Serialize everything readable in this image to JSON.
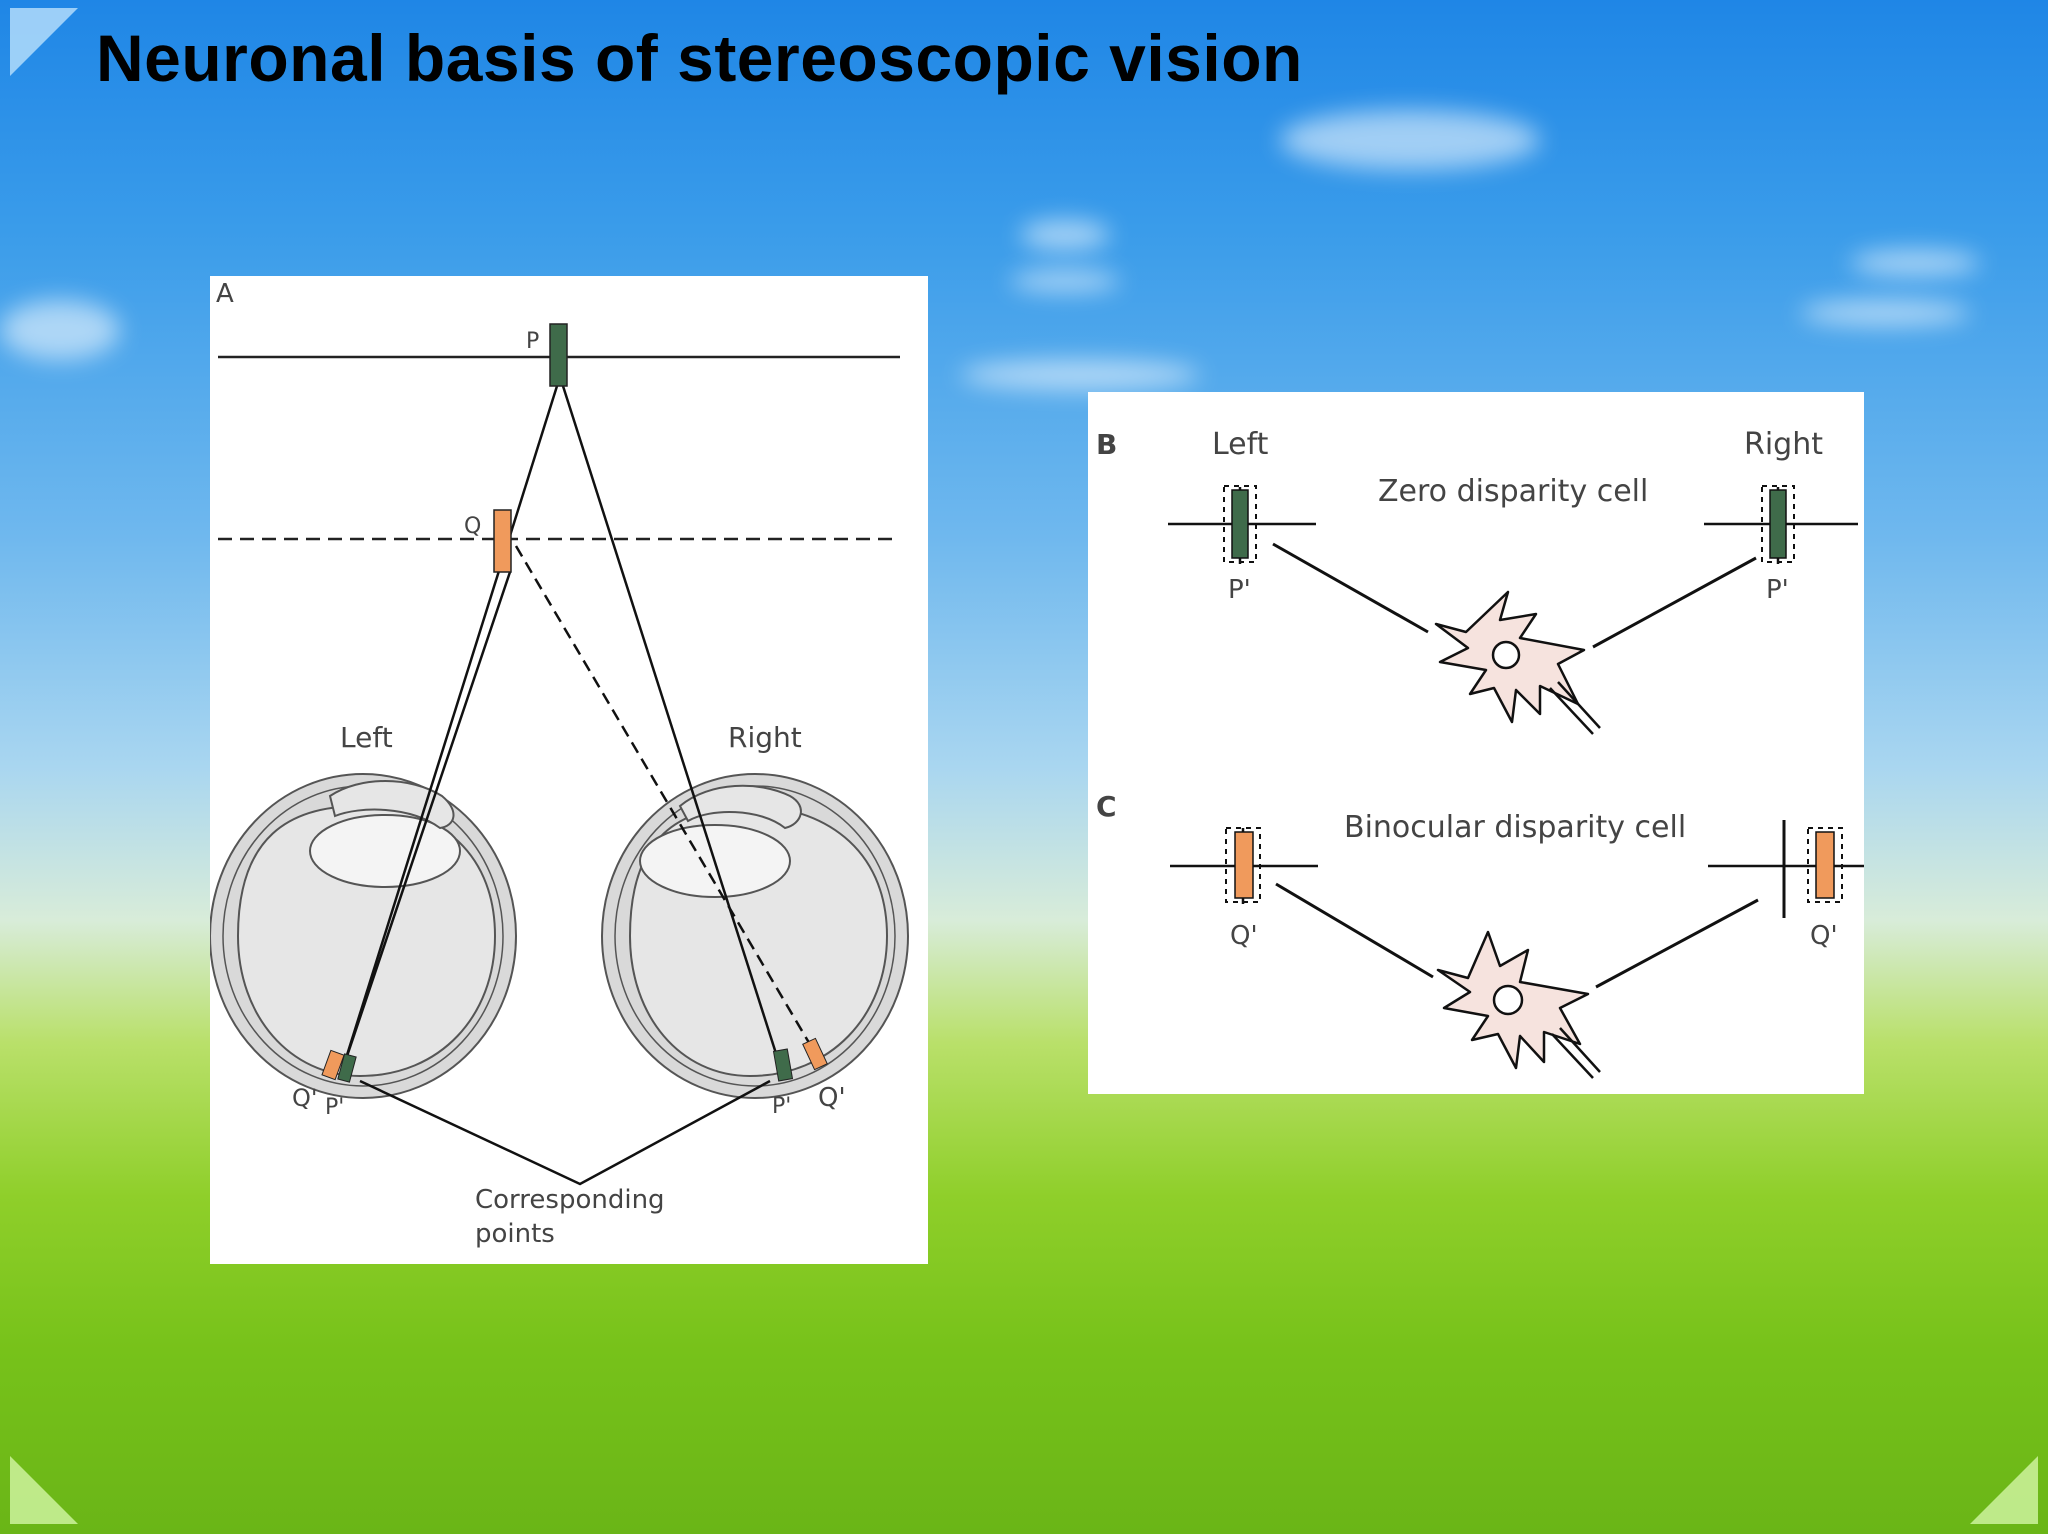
{
  "slide": {
    "title": "Neuronal basis of stereoscopic vision"
  },
  "panel_a": {
    "letter": "A",
    "point_p": "P",
    "point_q": "Q",
    "left_eye": "Left",
    "right_eye": "Right",
    "left_q": "Q'",
    "left_p": "P'",
    "right_p": "P'",
    "right_q": "Q'",
    "corresponding_1": "Corresponding",
    "corresponding_2": "points"
  },
  "panel_b": {
    "letter": "B",
    "left": "Left",
    "right": "Right",
    "title": "Zero disparity cell",
    "left_point": "P'",
    "right_point": "P'"
  },
  "panel_c": {
    "letter": "C",
    "title": "Binocular disparity cell",
    "left_point": "Q'",
    "right_point": "Q'"
  },
  "colors": {
    "p_marker": "#3f6b4a",
    "q_marker": "#f09a5c",
    "eye_fill": "#d9d9d9",
    "neuron_fill": "#f6e3de"
  }
}
